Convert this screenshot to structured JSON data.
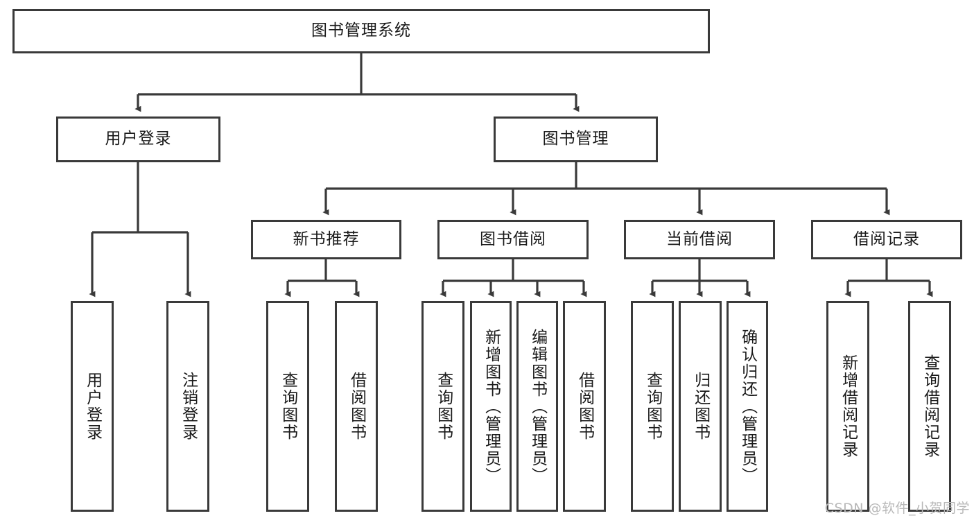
{
  "diagram": {
    "type": "tree-hierarchy",
    "title": "图书管理系统",
    "root": {
      "id": "root",
      "label": "图书管理系统"
    },
    "level2": [
      {
        "id": "user-login",
        "label": "用户登录"
      },
      {
        "id": "book-manage",
        "label": "图书管理"
      }
    ],
    "level3": [
      {
        "id": "new-book-recommend",
        "label": "新书推荐",
        "parent": "book-manage"
      },
      {
        "id": "book-borrow",
        "label": "图书借阅",
        "parent": "book-manage"
      },
      {
        "id": "current-borrow",
        "label": "当前借阅",
        "parent": "book-manage"
      },
      {
        "id": "borrow-record",
        "label": "借阅记录",
        "parent": "book-manage"
      }
    ],
    "leaves": {
      "user_login": [
        {
          "id": "leaf-user-login",
          "label": "用户登录"
        },
        {
          "id": "leaf-user-logout",
          "label": "注销登录"
        }
      ],
      "new_book_recommend": [
        {
          "id": "leaf-query-book-1",
          "label": "查询图书"
        },
        {
          "id": "leaf-borrow-book-1",
          "label": "借阅图书"
        }
      ],
      "book_borrow": [
        {
          "id": "leaf-query-book-2",
          "label": "查询图书"
        },
        {
          "id": "leaf-add-book",
          "label": "新增图书（管理员）"
        },
        {
          "id": "leaf-edit-book",
          "label": "编辑图书（管理员）"
        },
        {
          "id": "leaf-borrow-book-2",
          "label": "借阅图书"
        }
      ],
      "current_borrow": [
        {
          "id": "leaf-query-book-3",
          "label": "查询图书"
        },
        {
          "id": "leaf-return-book",
          "label": "归还图书"
        },
        {
          "id": "leaf-confirm-return",
          "label": "确认归还（管理员）"
        }
      ],
      "borrow_record": [
        {
          "id": "leaf-add-record",
          "label": "新增借阅记录"
        },
        {
          "id": "leaf-query-record",
          "label": "查询借阅记录"
        }
      ]
    },
    "colors": {
      "stroke": "#3a3a3a",
      "fill": "#ffffff",
      "text": "#1a1a1a",
      "watermark": "#b8b8b8"
    }
  },
  "watermark": {
    "text": "CSDN @软件_小贺同学"
  }
}
